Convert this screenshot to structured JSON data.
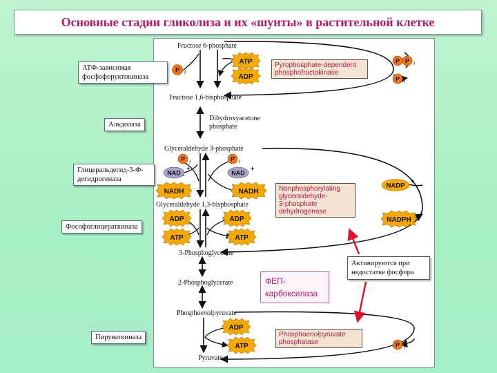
{
  "title": "Основные стадии гликолиза и их «шунты» в растительной клетке",
  "enzymes": {
    "pfk": "АТФ-зависимая фосфофоруктокиназа",
    "aldolase": "Альдолаза",
    "gapdh": "Глицеральдегид-3-Ф-дегидрогеназа",
    "pgk": "Фософоглицераткиназа",
    "pk": "Пируваткиназа"
  },
  "metabolites": {
    "f6p": "Fructose 6-phosphate",
    "fbp": "Fructose 1,6-bisphosphate",
    "dhap_1": "Dihydroxyacetone",
    "dhap_2": "phosphate",
    "g3p": "Glyceraldehyde 3-phosphate",
    "bpg": "Glyceraldehyde 1,3-bisphosphate",
    "pg3": "3-Phosphoglycerate",
    "pg2": "2-Phosphoglycerate",
    "pep_1": "Phospho",
    "pep_2": "enol",
    "pep_3": "pyruvate",
    "pyruvate": "Pyruvate"
  },
  "shunts": {
    "ppi_pfk_1": "Pyrophosphate-dependent",
    "ppi_pfk_2": "phosphofructokinase",
    "np_gapdh_1": "Nonphosphorylating",
    "np_gapdh_2": "glyceraldehyde-",
    "np_gapdh_3": "3-phosphate",
    "np_gapdh_4": "dehydrogenase",
    "pep_phos_1": "Phospho",
    "pep_phos_2": "enol",
    "pep_phos_3": "pyruvate",
    "pep_phos_4": "phosphatase"
  },
  "pills": {
    "atp": "ATP",
    "adp": "ADP",
    "nad": "NAD",
    "nadh": "NADH",
    "nadp": "NADP",
    "nadph": "NADPH",
    "plus": "+",
    "p": "P",
    "i": "i"
  },
  "fep_box_1": "ФЕП-",
  "fep_box_2": "карбоксилаза",
  "note_1": "Активируются при",
  "note_2": "недостатке фосфора",
  "colors": {
    "title": "#b01a6a",
    "atp_star": "#f5a800",
    "nad_oval": "#a9a4cc",
    "pi_circle": "#f07818",
    "red_arrow": "#e0102a"
  }
}
